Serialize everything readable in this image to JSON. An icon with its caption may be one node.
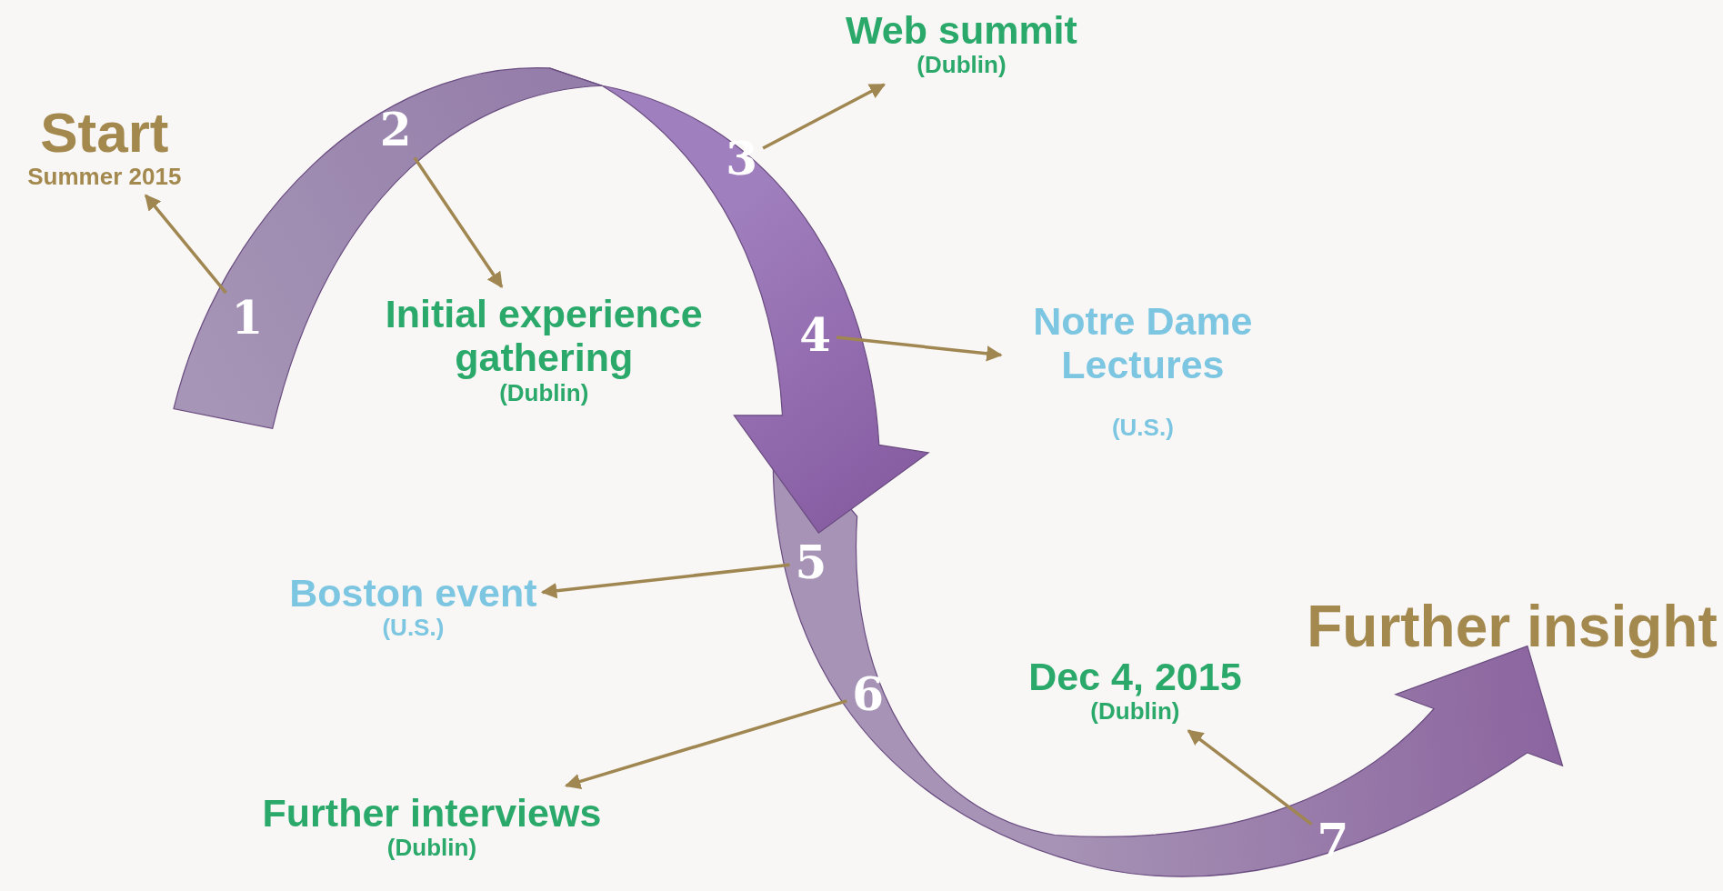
{
  "diagram": {
    "nodes": [
      {
        "text": [
          "1"
        ]
      },
      {
        "text": [
          "Start",
          "Summer 2015"
        ]
      },
      {
        "text": [
          "2"
        ]
      },
      {
        "text": [
          "Initial experience gathering",
          "(Dublin)"
        ]
      },
      {
        "text": [
          "3"
        ]
      },
      {
        "text": [
          "Web summit",
          "(Dublin)"
        ]
      },
      {
        "text": [
          "4"
        ]
      },
      {
        "text": [
          "Notre Dame Lectures",
          "(U.S.)"
        ]
      },
      {
        "text": [
          "5"
        ]
      },
      {
        "text": [
          "Boston event",
          "(U.S.)"
        ]
      },
      {
        "text": [
          "6"
        ]
      },
      {
        "text": [
          "Further interviews",
          "(Dublin)"
        ]
      },
      {
        "text": [
          "7"
        ]
      },
      {
        "text": [
          "Dec 4, 2015",
          "(Dublin)"
        ]
      },
      {
        "text": [
          "Further insight"
        ]
      }
    ],
    "edges": [
      {
        "from": 0,
        "to": 1,
        "arrow": "to"
      },
      {
        "from": 2,
        "to": 3,
        "arrow": "to"
      },
      {
        "from": 4,
        "to": 5,
        "arrow": "to"
      },
      {
        "from": 6,
        "to": 7,
        "arrow": "to"
      },
      {
        "from": 8,
        "to": 9,
        "arrow": "to"
      },
      {
        "from": 10,
        "to": 11,
        "arrow": "to"
      },
      {
        "from": 12,
        "to": 13,
        "arrow": "to"
      }
    ]
  }
}
